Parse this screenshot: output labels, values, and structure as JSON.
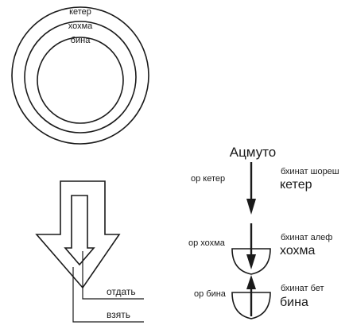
{
  "circles": {
    "labels": [
      "кетер",
      "хохма",
      "бина"
    ]
  },
  "flow_arrow": {
    "give_label": "отдать",
    "take_label": "взять"
  },
  "scheme": {
    "title": "Ацмуто",
    "rows": [
      {
        "light": "ор кетер",
        "phase": "бхинат шореш",
        "name": "кетер"
      },
      {
        "light": "ор хохма",
        "phase": "бхинат алеф",
        "name": "хохма"
      },
      {
        "light": "ор бина",
        "phase": "бхинат бет",
        "name": "бина"
      }
    ]
  },
  "colors": {
    "ink": "#1a1a1a",
    "background": "#ffffff"
  }
}
